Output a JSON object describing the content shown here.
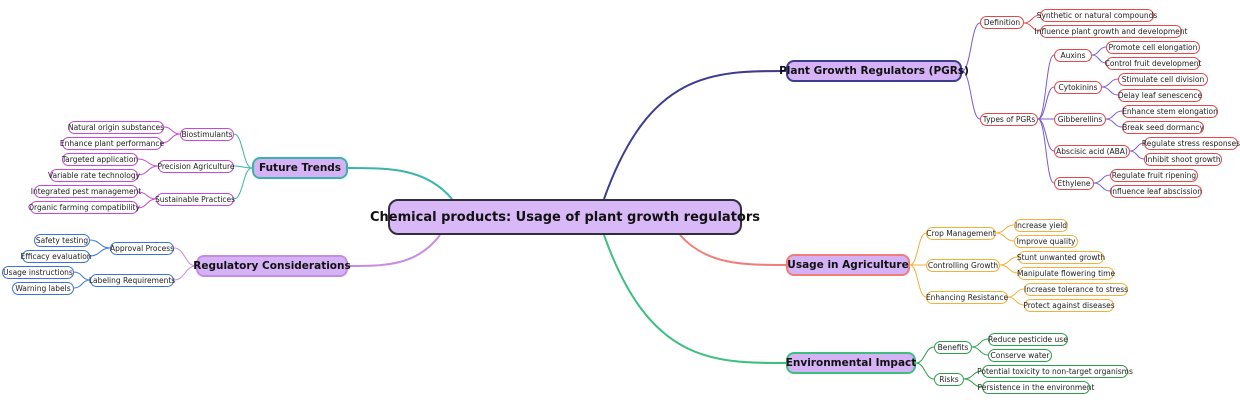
{
  "central": "Chemical products: Usage of plant growth regulators",
  "colors": {
    "pgr": "#3d3d8f",
    "agri": "#f07d78",
    "agri_child": "#f2b13a",
    "env": "#3fbf7f",
    "env_child": "#2e9e4a",
    "trends": "#3ab4a8",
    "trends_child": "#c548d6",
    "regulatory": "#c88be0",
    "regulatory_child": "#3a74d6",
    "pgr_child": "#7a5ccf",
    "pgr_leaf": "#e24848",
    "pgr_types_l3": "#e24848",
    "pgr_types_leaf": "#e24848",
    "definition_leaf": "#e24848"
  },
  "branches": {
    "pgr": {
      "label": "Plant Growth Regulators (PGRs)",
      "definition": {
        "label": "Definition",
        "items": [
          "Synthetic or natural compounds",
          "Influence plant growth and development"
        ]
      },
      "types": {
        "label": "Types of PGRs",
        "groups": [
          {
            "label": "Auxins",
            "items": [
              "Promote cell elongation",
              "Control fruit development"
            ]
          },
          {
            "label": "Cytokinins",
            "items": [
              "Stimulate cell division",
              "Delay leaf senescence"
            ]
          },
          {
            "label": "Gibberellins",
            "items": [
              "Enhance stem elongation",
              "Break seed dormancy"
            ]
          },
          {
            "label": "Abscisic acid (ABA)",
            "items": [
              "Regulate stress responses",
              "Inhibit shoot growth"
            ]
          },
          {
            "label": "Ethylene",
            "items": [
              "Regulate fruit ripening",
              "Influence leaf abscission"
            ]
          }
        ]
      }
    },
    "agri": {
      "label": "Usage in Agriculture",
      "groups": [
        {
          "label": "Crop Management",
          "items": [
            "Increase yield",
            "Improve quality"
          ]
        },
        {
          "label": "Controlling Growth",
          "items": [
            "Stunt unwanted growth",
            "Manipulate flowering time"
          ]
        },
        {
          "label": "Enhancing Resistance",
          "items": [
            "Increase tolerance to stress",
            "Protect against diseases"
          ]
        }
      ]
    },
    "env": {
      "label": "Environmental Impact",
      "groups": [
        {
          "label": "Benefits",
          "items": [
            "Reduce pesticide use",
            "Conserve water"
          ]
        },
        {
          "label": "Risks",
          "items": [
            "Potential toxicity to non-target organisms",
            "Persistence in the environment"
          ]
        }
      ]
    },
    "trends": {
      "label": "Future Trends",
      "groups": [
        {
          "label": "Biostimulants",
          "items": [
            "Natural origin substances",
            "Enhance plant performance"
          ]
        },
        {
          "label": "Precision Agriculture",
          "items": [
            "Targeted application",
            "Variable rate technology"
          ]
        },
        {
          "label": "Sustainable Practices",
          "items": [
            "Integrated pest management",
            "Organic farming compatibility"
          ]
        }
      ]
    },
    "regulatory": {
      "label": "Regulatory Considerations",
      "groups": [
        {
          "label": "Approval Process",
          "items": [
            "Safety testing",
            "Efficacy evaluation"
          ]
        },
        {
          "label": "Labeling Requirements",
          "items": [
            "Usage instructions",
            "Warning labels"
          ]
        }
      ]
    }
  }
}
